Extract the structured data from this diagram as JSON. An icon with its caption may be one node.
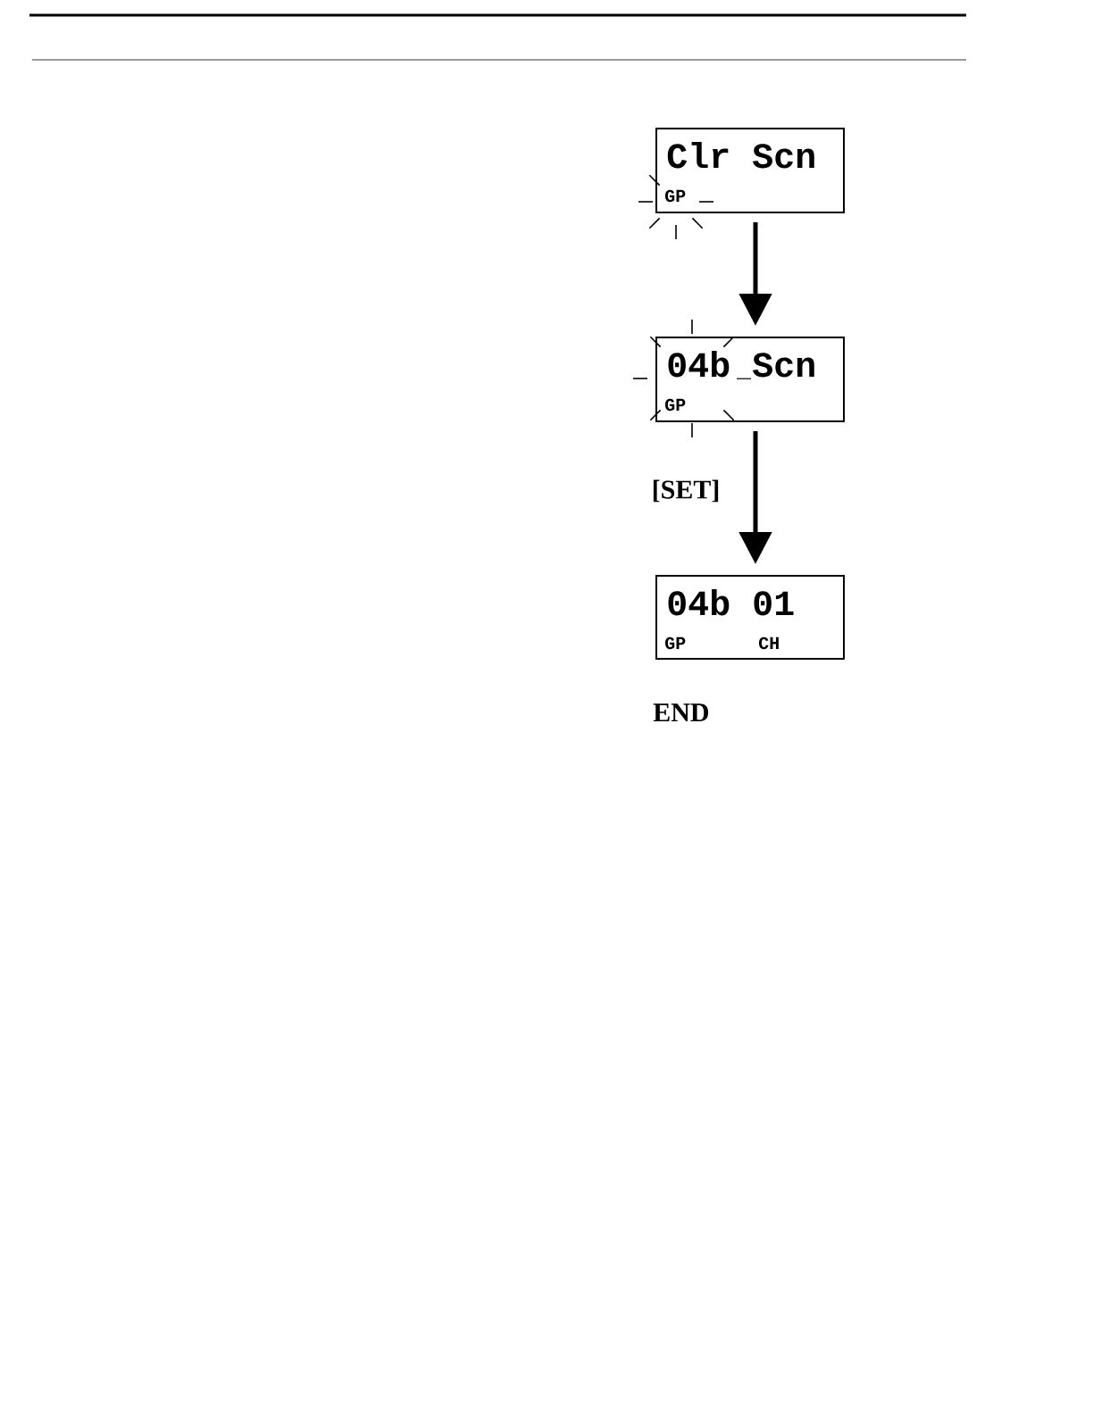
{
  "diagram": {
    "nodes": [
      {
        "text": [
          "Clr Scn",
          "GP"
        ]
      },
      {
        "text": [
          "04b Scn",
          "GP"
        ]
      },
      {
        "text": [
          "04b 01",
          "GP",
          "CH"
        ]
      }
    ],
    "edges": [
      {
        "from": 0,
        "to": 1,
        "arrow": "to"
      },
      {
        "from": 1,
        "to": 2,
        "arrow": "to",
        "label": "[SET]"
      }
    ],
    "labels": [
      "END"
    ]
  }
}
